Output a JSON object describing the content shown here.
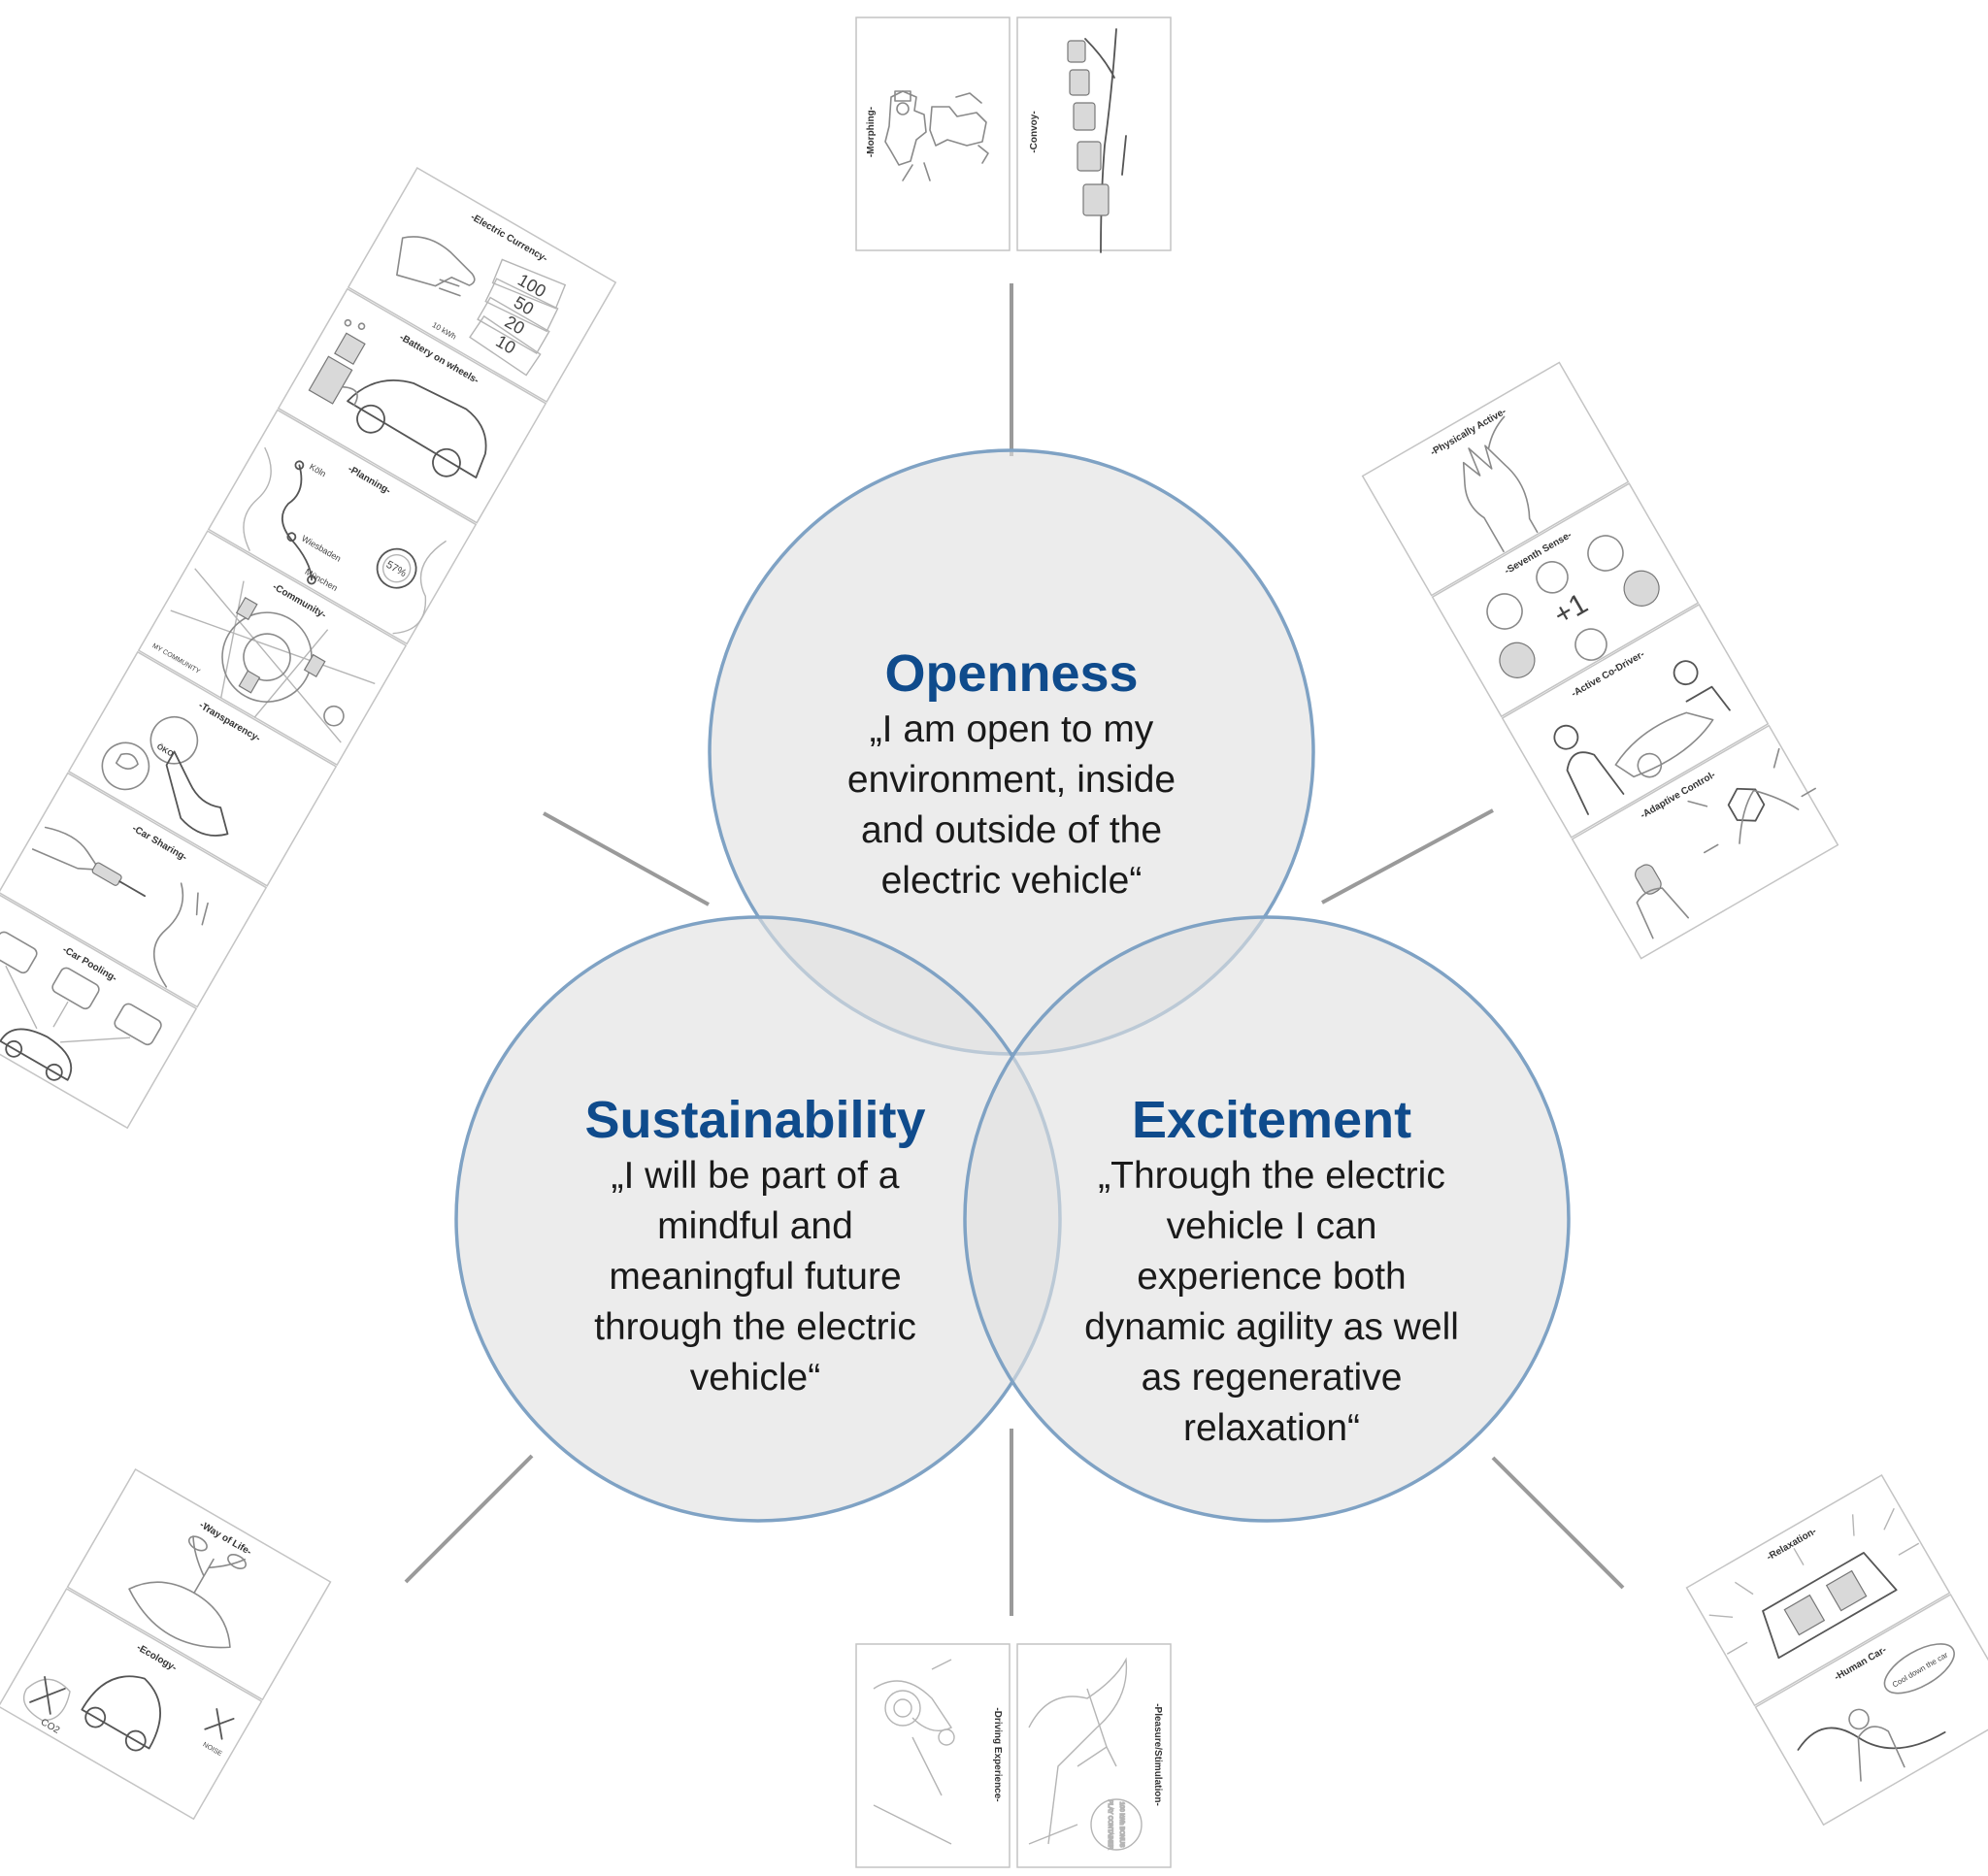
{
  "colors": {
    "accent_title": "#0f4b8c",
    "circle_stroke": "#7fa2c4",
    "circle_fill": "#e1e1e1",
    "connector": "#9a9a9a"
  },
  "circles": [
    {
      "id": "openness",
      "title": "Openness",
      "quote_lines": [
        "„I am open to my",
        "environment, inside",
        "and outside of the",
        "electric vehicle“"
      ]
    },
    {
      "id": "sustainability",
      "title": "Sustainability",
      "quote_lines": [
        "„I will be part of a",
        "mindful and",
        "meaningful future",
        "through the electric",
        "vehicle“"
      ]
    },
    {
      "id": "excitement",
      "title": "Excitement",
      "quote_lines": [
        "„Through the electric",
        "vehicle I can",
        "experience both",
        "dynamic agility as well",
        "as regenerative",
        "relaxation“"
      ]
    }
  ],
  "card_groups": [
    {
      "id": "top",
      "cards": [
        {
          "label": "-Morphing-",
          "icon": "robot-transform-icon"
        },
        {
          "label": "-Convoy-",
          "icon": "car-convoy-icon"
        }
      ]
    },
    {
      "id": "left-column",
      "cards": [
        {
          "label": "-Electric Currency-",
          "icon": "hand-money-icon",
          "notes": [
            "100",
            "50",
            "20",
            "10",
            "10 kWh"
          ]
        },
        {
          "label": "-Battery on wheels-",
          "icon": "car-battery-icon"
        },
        {
          "label": "-Planning-",
          "icon": "route-map-icon",
          "notes": [
            "Köln",
            "Wiesbaden",
            "München",
            "57%"
          ]
        },
        {
          "label": "-Community-",
          "icon": "community-map-icon",
          "notes": [
            "MY COMMUNITY"
          ]
        },
        {
          "label": "-Transparency-",
          "icon": "touch-hand-icon",
          "notes": [
            "ÖKO"
          ]
        },
        {
          "label": "-Car Sharing-",
          "icon": "key-handover-icon"
        },
        {
          "label": "-Car Pooling-",
          "icon": "car-pool-icon"
        }
      ]
    },
    {
      "id": "right-column",
      "cards": [
        {
          "label": "-Physically Active-",
          "icon": "raised-hand-icon"
        },
        {
          "label": "-Seventh Sense-",
          "icon": "senses-icon",
          "notes": [
            "+1"
          ]
        },
        {
          "label": "-Active Co-Driver-",
          "icon": "co-driver-icon"
        },
        {
          "label": "-Adaptive Control-",
          "icon": "control-hands-icon"
        }
      ]
    },
    {
      "id": "bottom-left",
      "cards": [
        {
          "label": "-Way of Life-",
          "icon": "plant-hands-icon"
        },
        {
          "label": "-Ecology-",
          "icon": "ecology-car-icon",
          "notes": [
            "CO2",
            "NOISE"
          ]
        }
      ]
    },
    {
      "id": "bottom",
      "cards": [
        {
          "label": "-Driving Experience-",
          "icon": "motorbike-icon"
        },
        {
          "label": "-Pleasure/Stimulation-",
          "icon": "stimulation-icon",
          "notes": [
            "100 kWh BONUS",
            "PLAY CONTAINER"
          ]
        }
      ]
    },
    {
      "id": "bottom-right",
      "cards": [
        {
          "label": "-Relaxation-",
          "icon": "relaxation-car-icon"
        },
        {
          "label": "-Human Car-",
          "icon": "human-car-icon",
          "notes": [
            "Cool down the car"
          ]
        }
      ]
    }
  ]
}
